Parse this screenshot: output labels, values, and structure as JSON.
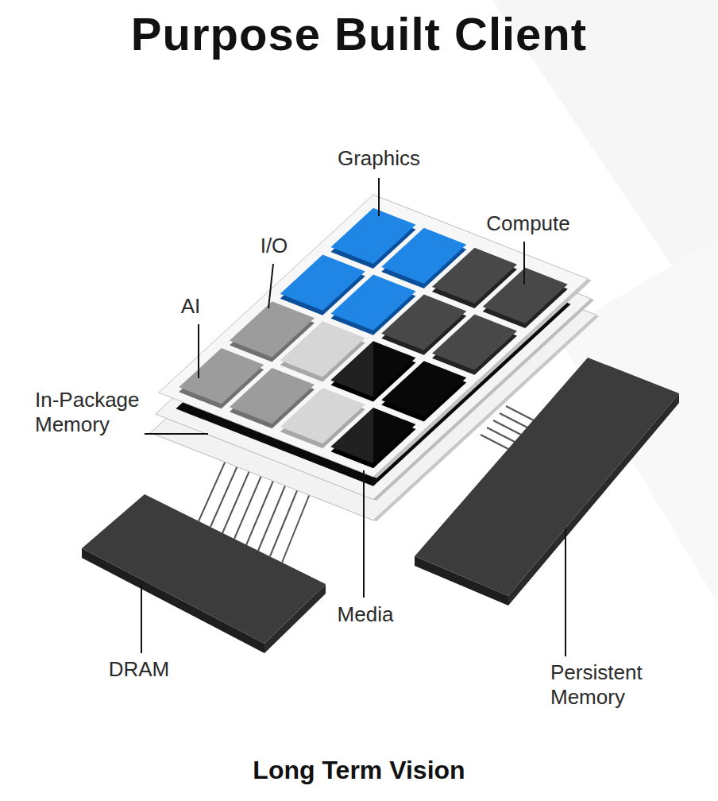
{
  "diagram": {
    "title": "Purpose Built Client",
    "caption": "Long Term Vision",
    "labels": [
      "Graphics",
      "Compute",
      "I/O",
      "AI",
      "In-Package Memory",
      "Media",
      "DRAM",
      "Persistent Memory"
    ]
  }
}
